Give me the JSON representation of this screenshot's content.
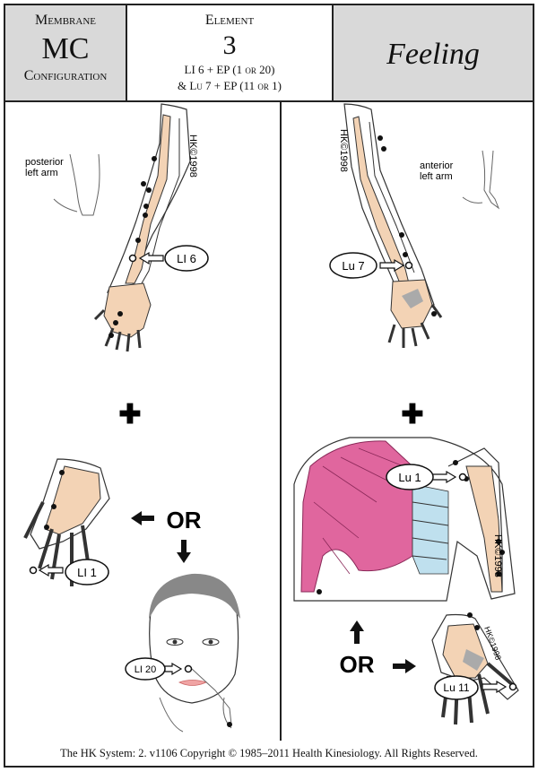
{
  "header": {
    "left_top": "Membrane",
    "left_main": "MC",
    "left_bottom": "Configuration",
    "mid_top": "Element",
    "mid_main": "3",
    "mid_line1": "LI 6 + EP (1 or 20)",
    "mid_line2": "&  Lu 7 + EP (11 or 1)",
    "right_main": "Feeling"
  },
  "left_panel": {
    "view_label_1": "posterior",
    "view_label_2": "left arm",
    "copyright_mark": "HK©1998",
    "point_primary": "LI 6",
    "plus": "✚",
    "or_text": "OR",
    "point_alt_hand": "LI 1",
    "point_alt_face": "LI 20"
  },
  "right_panel": {
    "view_label_1": "anterior",
    "view_label_2": "left arm",
    "copyright_mark": "HK©1998",
    "point_primary": "Lu 7",
    "plus": "✚",
    "or_text": "OR",
    "point_alt_chest": "Lu 1",
    "point_alt_hand": "Lu 11"
  },
  "footer": {
    "text": "The HK System: 2. v1106 Copyright © 1985–2011  Health Kinesiology.  All Rights Reserved."
  },
  "colors": {
    "bone": "#f3d3b5",
    "muscle": "#e0669e",
    "rib_blue": "#bfe0ee",
    "header_gray": "#d9d9d9",
    "hair_gray": "#888888",
    "lips": "#f0a4a4"
  }
}
